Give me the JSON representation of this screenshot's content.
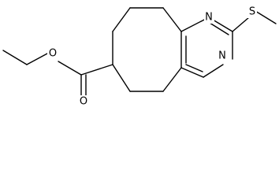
{
  "molecule": {
    "atoms": {
      "n1": "N",
      "n3": "N",
      "s": "S",
      "o_carbonyl": "O",
      "o_ester": "O"
    }
  },
  "colors": {
    "bond": "#000000",
    "label": "#000000",
    "background": "#ffffff"
  }
}
